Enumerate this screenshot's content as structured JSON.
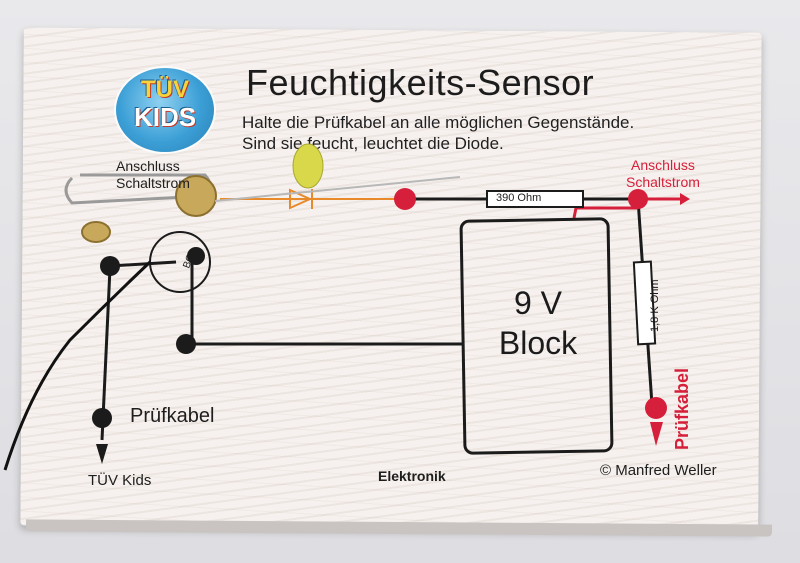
{
  "panel": {
    "title": "Feuchtigkeits-Sensor",
    "subtitle_line1": "Halte die Prüfkabel an alle möglichen Gegenstände.",
    "subtitle_line2": "Sind sie feucht, leuchtet die Diode.",
    "logo_line1": "TÜV",
    "logo_line2": "KIDS"
  },
  "labels": {
    "anschluss_left_1": "Anschluss",
    "anschluss_left_2": "Schaltstrom",
    "anschluss_right_1": "Anschluss",
    "anschluss_right_2": "Schaltstrom",
    "resistor_top": "390 Ohm",
    "resistor_side": "1,8 K Ohm",
    "battery_line1": "9 V",
    "battery_line2": "Block",
    "probe_left": "Prüfkabel",
    "probe_right": "Prüfkabel",
    "transistor": "BC",
    "footer_left": "TÜV Kids",
    "footer_center": "Elektronik",
    "footer_right": "© Manfred Weller"
  },
  "colors": {
    "accent_red": "#d61f3a",
    "wire": "#1b1b1b",
    "led_trace": "#e8892a"
  }
}
